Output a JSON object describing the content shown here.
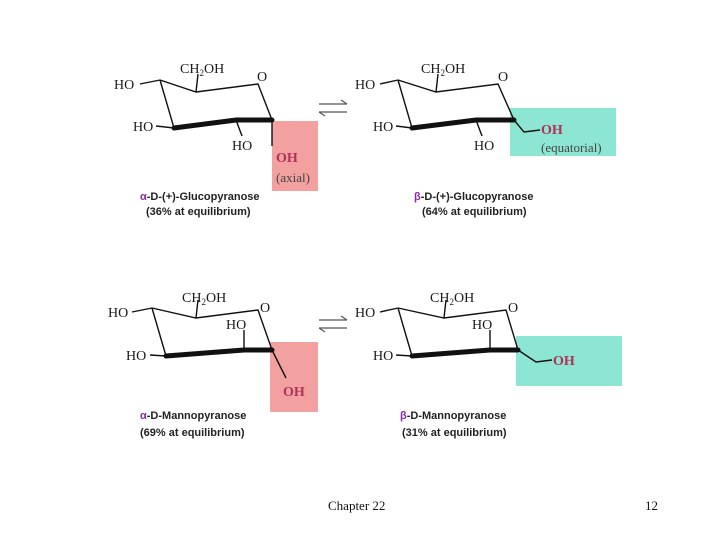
{
  "colors": {
    "axial_highlight": "#f2a0a0",
    "equatorial_highlight": "#8de6d3",
    "greek": "#8a2aa8",
    "oh_text": "#b0315a"
  },
  "glucose": {
    "alpha": {
      "atoms": {
        "ho_top": "HO",
        "ch2oh": "CH",
        "ch2oh_sub": "2",
        "ch2oh_tail": "OH",
        "ring_o": "O",
        "ho_mid": "HO",
        "ho_bottom": "HO",
        "oh": "OH"
      },
      "oh_note": "(axial)",
      "name_prefix": "α",
      "name_rest": "-D-(+)-Glucopyranose",
      "equilibrium": "(36% at equilibrium)"
    },
    "beta": {
      "atoms": {
        "ho_top": "HO",
        "ch2oh": "CH",
        "ch2oh_sub": "2",
        "ch2oh_tail": "OH",
        "ring_o": "O",
        "ho_mid": "HO",
        "ho_bottom": "HO",
        "oh": "OH"
      },
      "oh_note": "(equatorial)",
      "name_prefix": "β",
      "name_rest": "-D-(+)-Glucopyranose",
      "equilibrium": "(64% at equilibrium)"
    }
  },
  "mannose": {
    "alpha": {
      "atoms": {
        "ho_top": "HO",
        "ch2oh": "CH",
        "ch2oh_sub": "2",
        "ch2oh_tail": "OH",
        "ring_o": "O",
        "ho_up": "HO",
        "ho_mid": "HO",
        "oh": "OH"
      },
      "name_prefix": "α",
      "name_rest": "-D-Mannopyranose",
      "equilibrium": "(69% at equilibrium)"
    },
    "beta": {
      "atoms": {
        "ho_top": "HO",
        "ch2oh": "CH",
        "ch2oh_sub": "2",
        "ch2oh_tail": "OH",
        "ring_o": "O",
        "ho_up": "HO",
        "ho_mid": "HO",
        "oh": "OH"
      },
      "name_prefix": "β",
      "name_rest": "-D-Mannopyranose",
      "equilibrium": "(31% at equilibrium)"
    }
  },
  "footer": {
    "chapter": "Chapter 22",
    "page": "12"
  }
}
